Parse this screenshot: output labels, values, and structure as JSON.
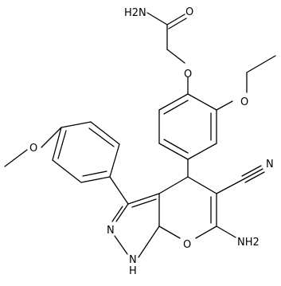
{
  "molecule": {
    "labels": {
      "amide_n": "H2N",
      "carbonyl_o": "O",
      "ether_o": "O",
      "ethoxy_o": "O",
      "methoxy_o": "O",
      "nitrile_n": "N",
      "pyrazole_n2": "N",
      "pyrazole_nh": "N",
      "pyrazole_nh_h": "H",
      "pyran_o": "O",
      "amino_n": "NH2"
    }
  }
}
